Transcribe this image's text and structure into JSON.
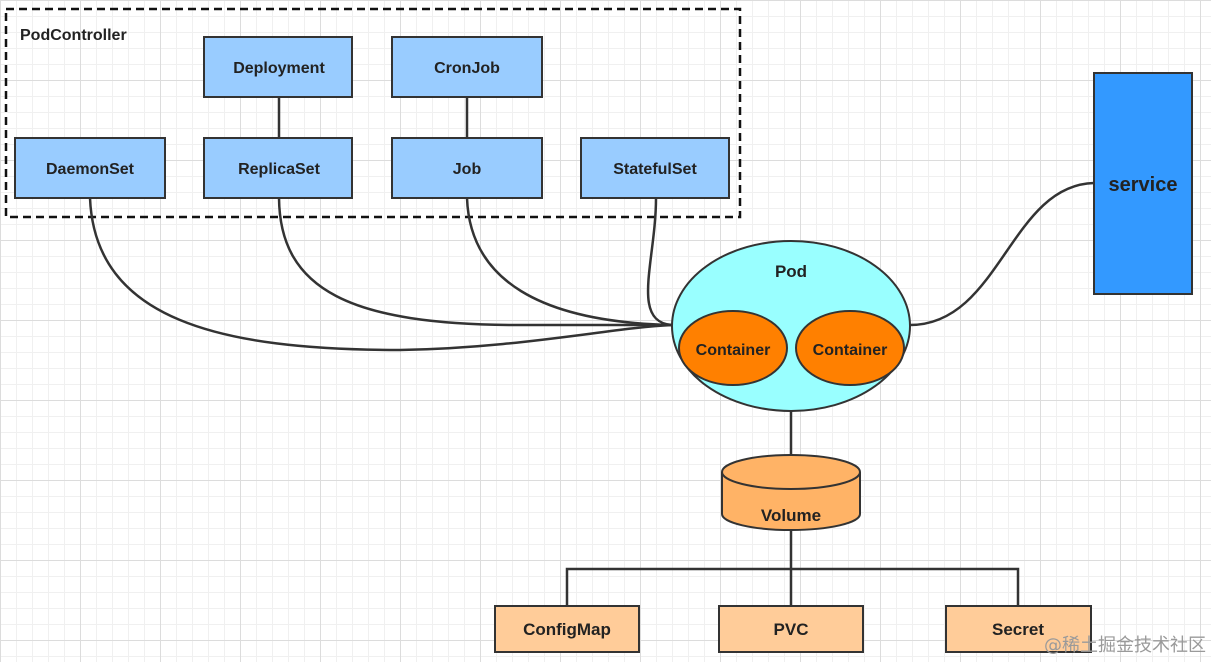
{
  "group": {
    "label": "PodController"
  },
  "controllers": {
    "deployment": "Deployment",
    "cronjob": "CronJob",
    "daemonset": "DaemonSet",
    "replicaset": "ReplicaSet",
    "job": "Job",
    "statefulset": "StatefulSet"
  },
  "service": "service",
  "pod": {
    "label": "Pod",
    "containers": [
      "Container",
      "Container"
    ]
  },
  "volume": "Volume",
  "volume_types": [
    "ConfigMap",
    "PVC",
    "Secret"
  ],
  "watermark": "@稀土掘金技术社区",
  "colors": {
    "controller_fill": "#99ccff",
    "service_fill": "#3399ff",
    "pod_fill": "#99ffff",
    "container_fill": "#ff8000",
    "volume_fill": "#ffb366",
    "volume_type_fill": "#ffcc99",
    "line": "#333333"
  }
}
